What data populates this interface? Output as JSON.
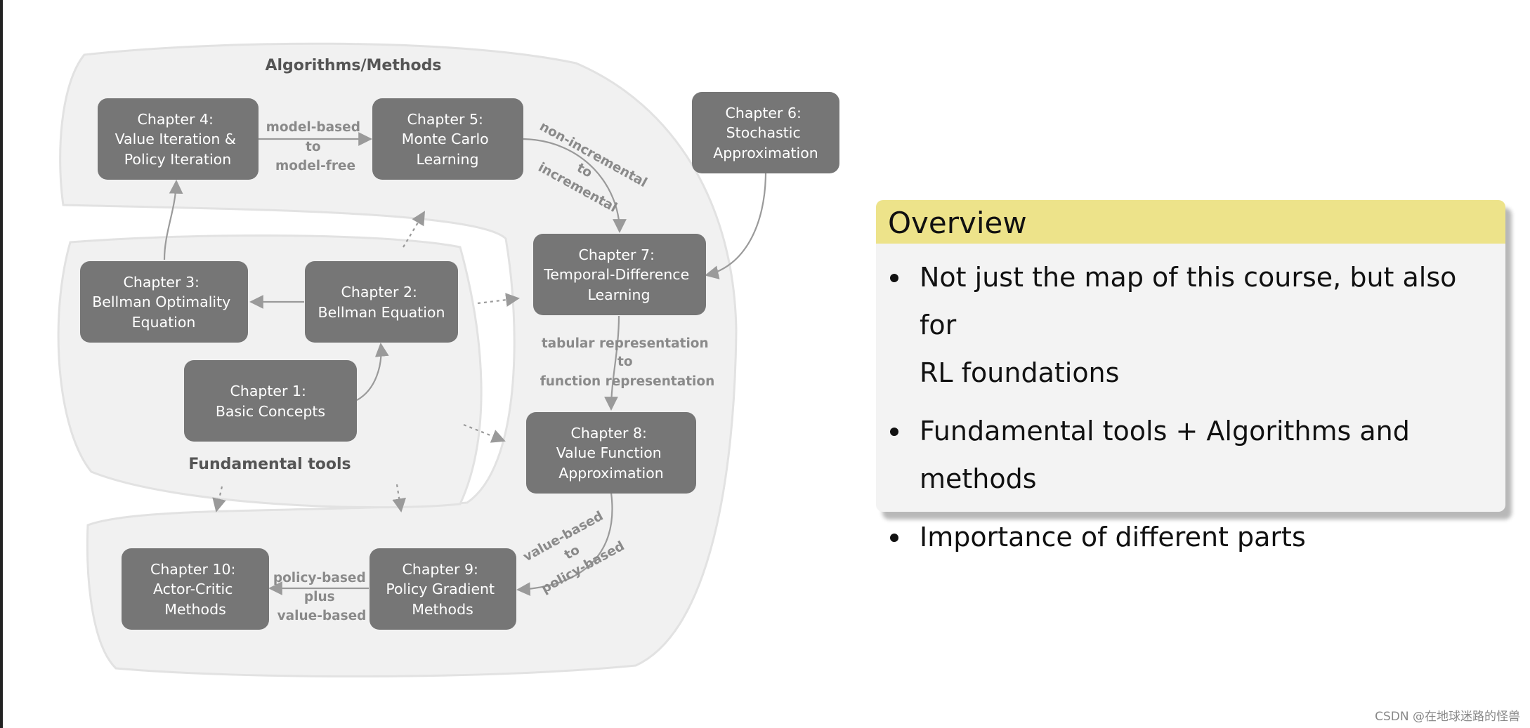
{
  "diagram": {
    "regions": {
      "algorithms": "Algorithms/Methods",
      "fundamental": "Fundamental tools"
    },
    "nodes": {
      "ch1": [
        "Chapter 1:",
        "Basic Concepts"
      ],
      "ch2": [
        "Chapter 2:",
        "Bellman Equation"
      ],
      "ch3": [
        "Chapter 3:",
        "Bellman Optimality",
        "Equation"
      ],
      "ch4": [
        "Chapter 4:",
        "Value Iteration &",
        "Policy Iteration"
      ],
      "ch5": [
        "Chapter 5:",
        "Monte Carlo",
        "Learning"
      ],
      "ch6": [
        "Chapter 6:",
        "Stochastic",
        "Approximation"
      ],
      "ch7": [
        "Chapter 7:",
        "Temporal-Difference",
        "Learning"
      ],
      "ch8": [
        "Chapter 8:",
        "Value Function",
        "Approximation"
      ],
      "ch9": [
        "Chapter 9:",
        "Policy Gradient",
        "Methods"
      ],
      "ch10": [
        "Chapter 10:",
        "Actor-Critic",
        "Methods"
      ]
    },
    "edge_labels": {
      "ch4_ch5": [
        "model-based",
        "to",
        "model-free"
      ],
      "ch5_ch7": [
        "non-incremental",
        "to",
        "incremental"
      ],
      "ch7_ch8": [
        "tabular representation",
        "to",
        "function representation"
      ],
      "ch8_ch9": [
        "value-based",
        "to",
        "policy-based"
      ],
      "ch9_ch10": [
        "policy-based",
        "plus",
        "value-based"
      ]
    }
  },
  "overview": {
    "title": "Overview",
    "items": [
      {
        "line1": "Not just the map of this course, but also for",
        "line2": "RL foundations"
      },
      {
        "line1": "Fundamental tools + Algorithms and",
        "line2": "methods"
      },
      {
        "line1": "Importance of different parts",
        "line2": ""
      }
    ],
    "header_color": "#ede38a"
  },
  "watermark": "CSDN @在地球迷路的怪兽"
}
